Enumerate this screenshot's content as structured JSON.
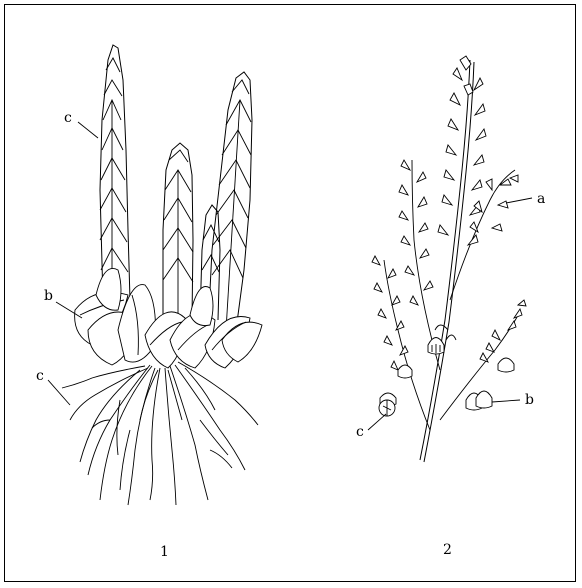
{
  "figure_1": {
    "label_c_top": "c",
    "label_b": "b",
    "label_c_root": "c",
    "caption": "1"
  },
  "figure_2": {
    "label_a": "a",
    "label_b": "b",
    "label_c": "c",
    "caption": "2"
  }
}
